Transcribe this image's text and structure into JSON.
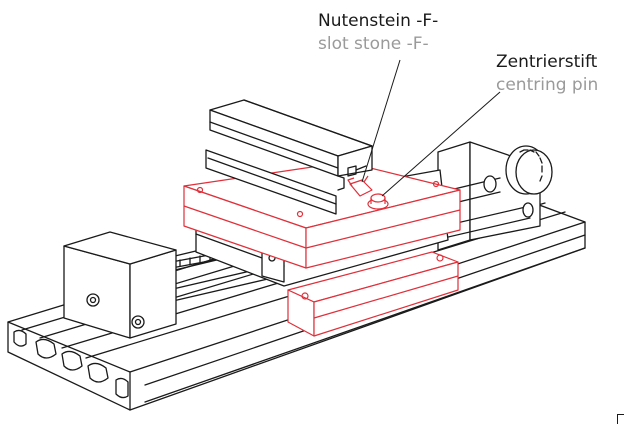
{
  "labels": {
    "slot_stone": {
      "de": "Nutenstein -F-",
      "en": "slot stone -F-"
    },
    "centring_pin": {
      "de": "Zentrierstift",
      "en": "centring pin"
    }
  },
  "colors": {
    "primary_text": "#1a1a1a",
    "secondary_text": "#9a9a9a",
    "highlight": "#e0303a",
    "outline": "#1a1a1a",
    "background": "#ffffff"
  }
}
